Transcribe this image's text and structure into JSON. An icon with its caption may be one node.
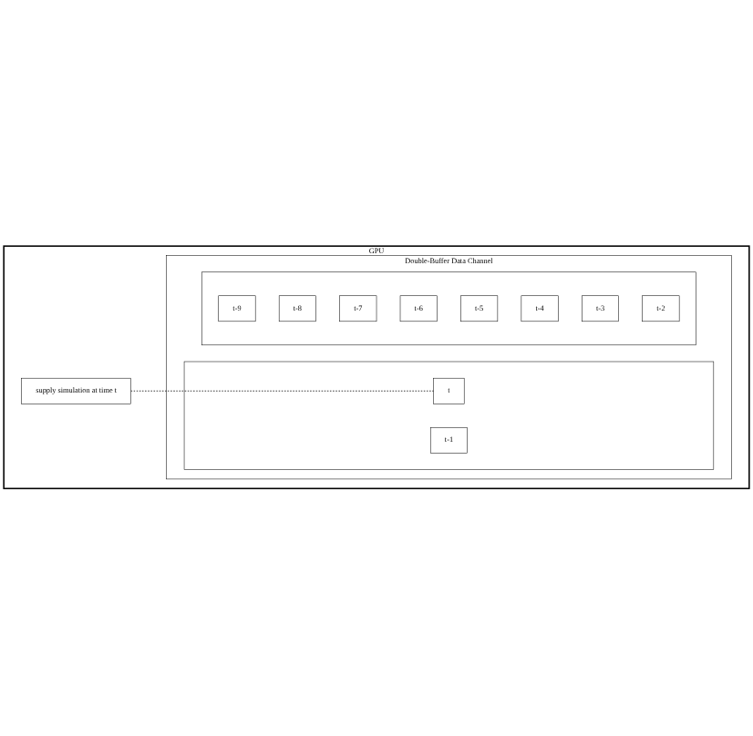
{
  "diagram": {
    "nodes": [
      {
        "text": [
          "GPU"
        ]
      },
      {
        "text": [
          "supply simulation at time t"
        ],
        "in": 0
      },
      {
        "text": [
          "Double-Buffer Data Channel"
        ],
        "in": 0
      },
      {
        "text": [],
        "shape": "box",
        "in": 2
      },
      {
        "text": [
          "t-1"
        ],
        "in": 3
      },
      {
        "text": [
          "t"
        ],
        "in": 3
      },
      {
        "text": [],
        "shape": "box",
        "in": 2
      },
      {
        "text": [
          "t-9"
        ],
        "in": 6
      },
      {
        "text": [
          "t-8"
        ],
        "in": 6
      },
      {
        "text": [
          "t-7"
        ],
        "in": 6
      },
      {
        "text": [
          "t-6"
        ],
        "in": 6
      },
      {
        "text": [
          "t-5"
        ],
        "in": 6
      },
      {
        "text": [
          "t-4"
        ],
        "in": 6
      },
      {
        "text": [
          "t-3"
        ],
        "in": 6
      },
      {
        "text": [
          "t-2"
        ],
        "in": 6
      }
    ],
    "edges": [
      {
        "from": 1,
        "to": 5,
        "arrow": "none",
        "style": "dashed"
      }
    ]
  }
}
